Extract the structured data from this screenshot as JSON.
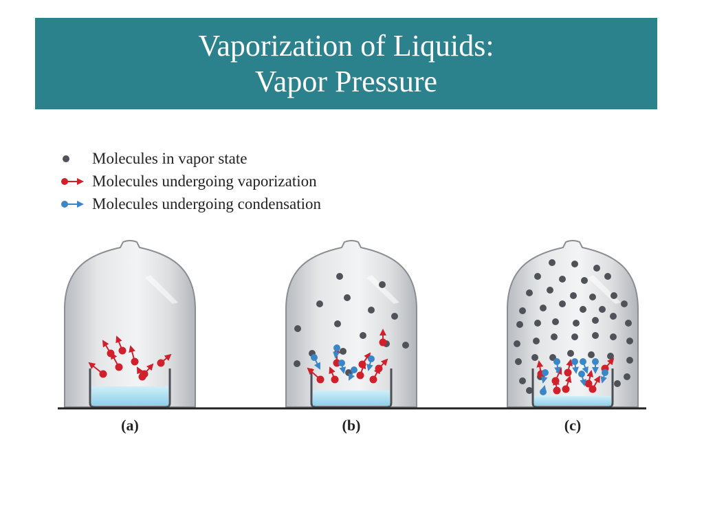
{
  "slide": {
    "title_line1": "Vaporization of Liquids:",
    "title_line2": "Vapor Pressure"
  },
  "legend": [
    {
      "label": "Molecules in vapor state",
      "marker": "vapor-molecule-icon"
    },
    {
      "label": "Molecules undergoing vaporization",
      "marker": "vaporization-arrow-icon"
    },
    {
      "label": "Molecules undergoing condensation",
      "marker": "condensation-arrow-icon"
    }
  ],
  "panels": [
    {
      "label": "(a)"
    },
    {
      "label": "(b)"
    },
    {
      "label": "(c)"
    }
  ],
  "colors": {
    "title_bar": "#2b818c",
    "vapor": "#4f5258",
    "vaporization": "#d0202c",
    "condensation": "#3a86c8",
    "liquid": "#a8dcef"
  }
}
